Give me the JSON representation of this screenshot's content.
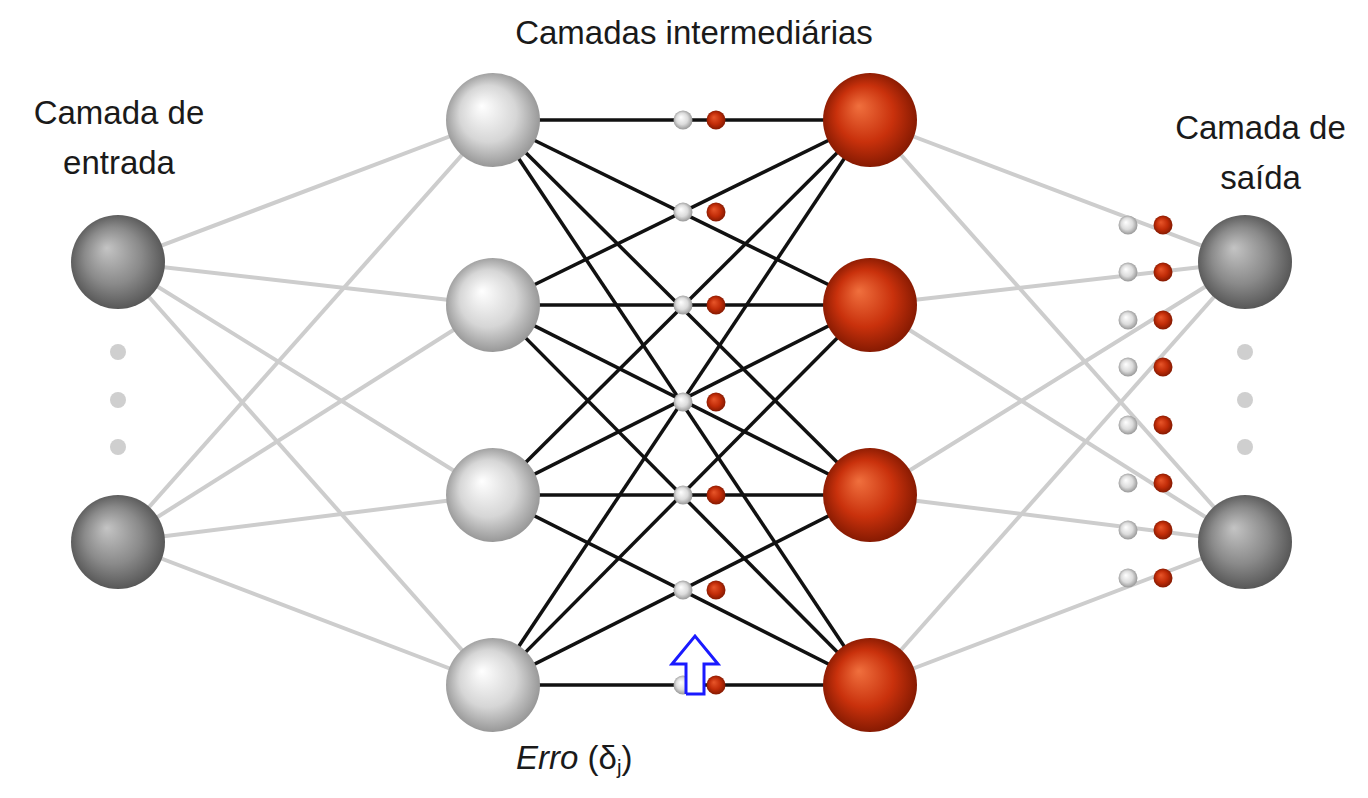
{
  "diagram": {
    "labels": [
      "Camadas intermediárias",
      "Camada de entrada",
      "Camada de saída",
      "Erro (δj)"
    ]
  }
}
